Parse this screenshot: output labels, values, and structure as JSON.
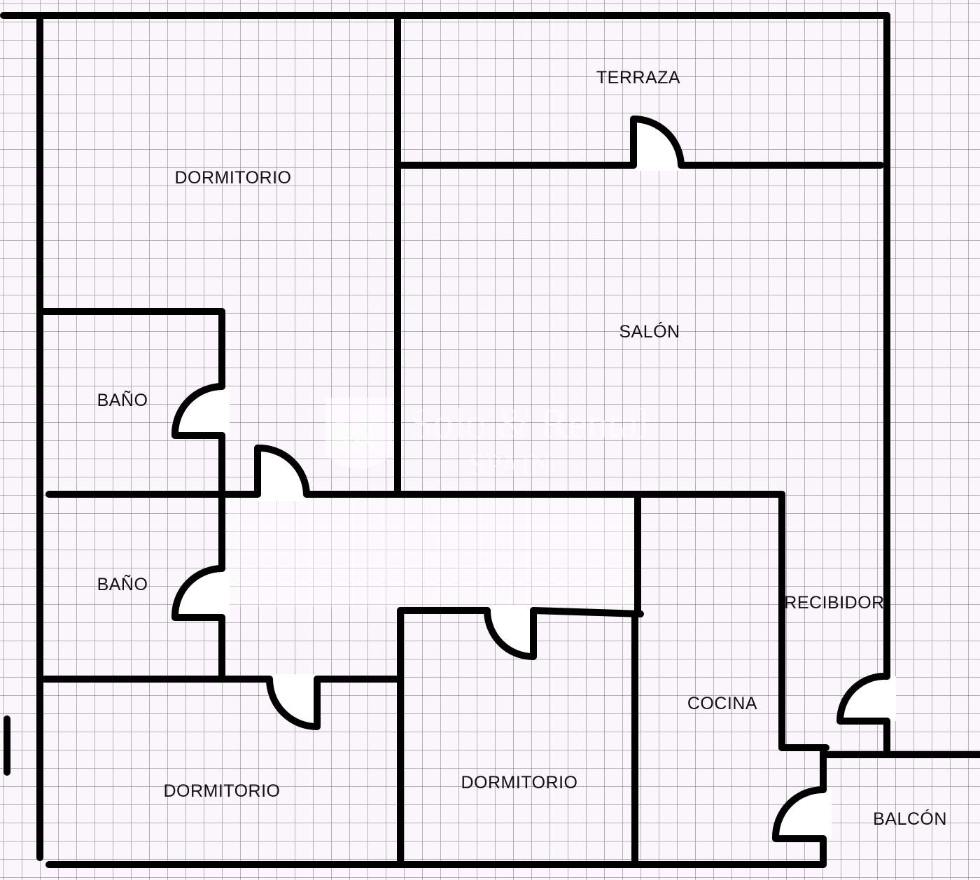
{
  "colors": {
    "background": "#fbf6fb",
    "grid": "#8a8a8a",
    "wall": "#000000",
    "door_fill": "#ffffff",
    "label": "#111111"
  },
  "rooms": {
    "dormitorio_top": "DORMITORIO",
    "terraza": "TERRAZA",
    "salon": "SALÓN",
    "bano_1": "BAÑO",
    "bano_2": "BAÑO",
    "recibidor": "RECIBIDOR",
    "cocina": "COCINA",
    "dormitorio_bottom_left": "DORMITORIO",
    "dormitorio_bottom_mid": "DORMITORIO",
    "balcon": "BALCÓN"
  },
  "watermark": {
    "mark": "SR",
    "name": "Solo & Rental",
    "country": "SPAIN"
  }
}
